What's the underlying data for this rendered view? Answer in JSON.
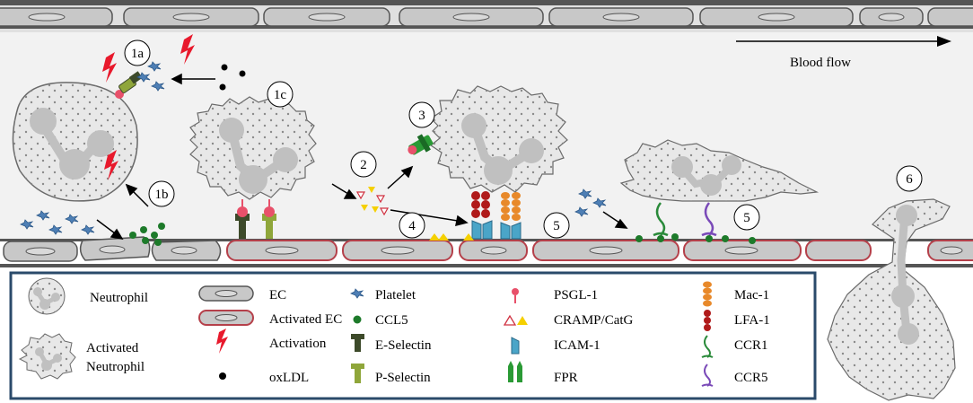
{
  "flow_label": "Blood flow",
  "steps": [
    "1a",
    "1b",
    "1c",
    "2",
    "3",
    "4",
    "5",
    "5",
    "6"
  ],
  "legend": {
    "cells": [
      {
        "label": "Neutrophil"
      },
      {
        "label_line1": "Activated",
        "label_line2": "Neutrophil"
      }
    ],
    "col2": [
      "EC",
      "Activated EC",
      "Activation",
      "oxLDL"
    ],
    "col3": [
      "Platelet",
      "CCL5",
      "E-Selectin",
      "P-Selectin"
    ],
    "col4": [
      "PSGL-1",
      "CRAMP/CatG",
      "ICAM-1",
      "FPR"
    ],
    "col5": [
      "Mac-1",
      "LFA-1",
      "CCR1",
      "CCR5"
    ]
  },
  "colors": {
    "ec_fill": "#c8c8c8",
    "activated_ec_border": "#b5404a",
    "activation": "#e8192c",
    "platelet": "#4e7fb5",
    "ccl5": "#1d7a2a",
    "e_selectin": "#3d4a2a",
    "p_selectin": "#8fa63a",
    "psgl1": "#e8506a",
    "cramp": "#f5d000",
    "icam1": "#4aa5c8",
    "fpr": "#2a9a35",
    "mac1": "#e8892a",
    "lfa1": "#b01a1a",
    "ccr1": "#2a8a3a",
    "ccr5": "#7a4ab8",
    "legend_border": "#2a4a6a"
  }
}
